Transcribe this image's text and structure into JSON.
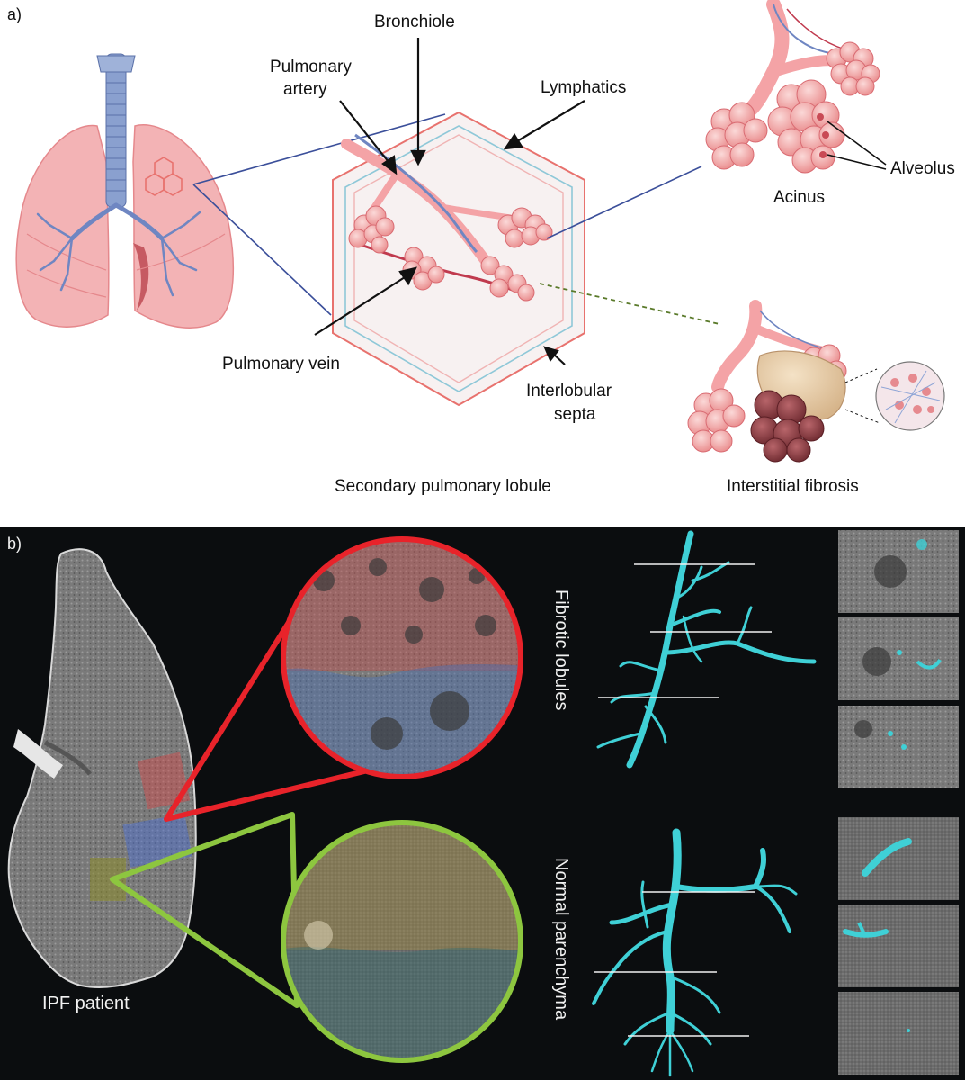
{
  "panel_a": {
    "tag": "a)",
    "labels": {
      "bronchiole": "Bronchiole",
      "pulmonary_artery_1": "Pulmonary",
      "pulmonary_artery_2": "artery",
      "lymphatics": "Lymphatics",
      "alveolus": "Alveolus",
      "acinus": "Acinus",
      "pulmonary_vein": "Pulmonary vein",
      "interlobular_1": "Interlobular",
      "interlobular_2": "septa",
      "secondary_lobule": "Secondary pulmonary lobule",
      "interstitial_fibrosis": "Interstitial fibrosis"
    }
  },
  "panel_b": {
    "tag": "b)",
    "labels": {
      "ipf_patient": "IPF patient",
      "fibrotic_lobules": "Fibrotic lobules",
      "normal_parenchyma": "Normal parenchyma"
    }
  },
  "colors": {
    "lung_pink": "#f3b3b5",
    "hexagon": "#e8726e",
    "trachea": "#7d93c4",
    "airway_cyan": "#3fd0d6",
    "fibrotic_circle": "#e8232a",
    "normal_circle": "#8dc63f"
  }
}
